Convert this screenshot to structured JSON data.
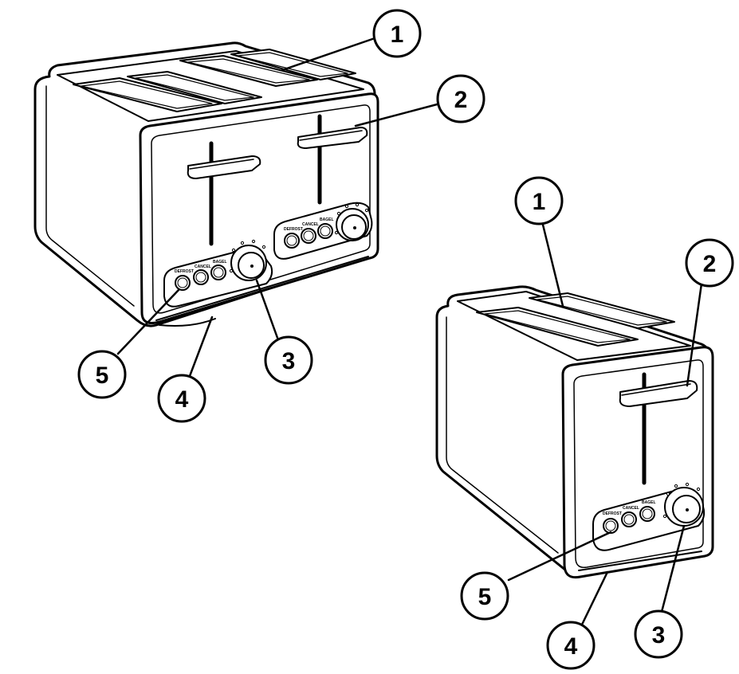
{
  "four_slice_toaster": {
    "callouts": [
      "1",
      "2",
      "3",
      "4",
      "5"
    ],
    "left_panel_buttons": [
      "DEFROST",
      "CANCEL",
      "BAGEL"
    ],
    "right_panel_buttons": [
      "DEFROST",
      "CANCEL",
      "BAGEL"
    ]
  },
  "two_slice_toaster": {
    "callouts": [
      "1",
      "2",
      "3",
      "4",
      "5"
    ],
    "panel_buttons": [
      "DEFROST",
      "CANCEL",
      "BAGEL"
    ]
  }
}
